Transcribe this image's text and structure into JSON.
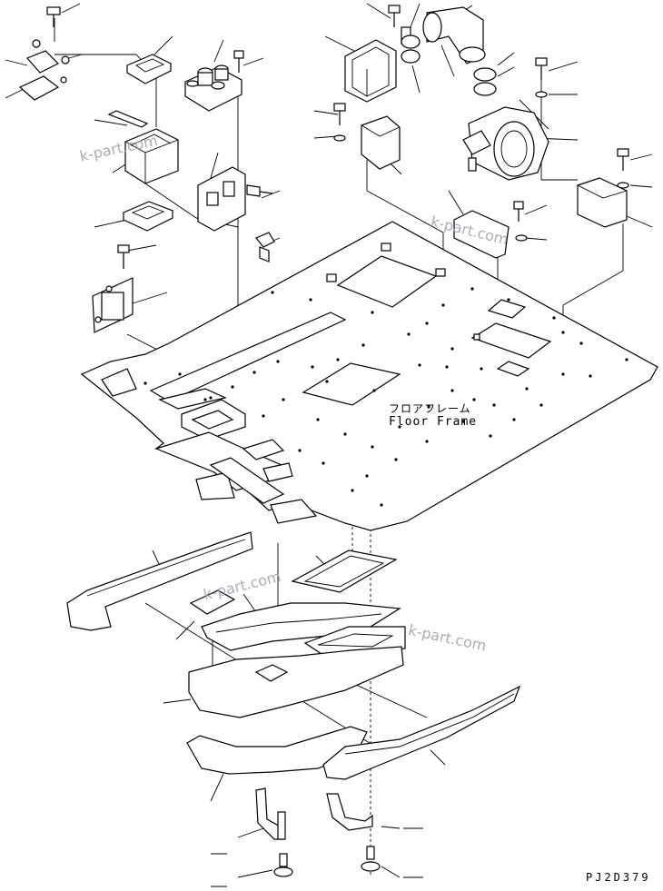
{
  "diagram": {
    "floor_frame_label_jp": "フロアフレーム",
    "floor_frame_label_en": "Floor Frame",
    "drawing_code": "PJ2D379",
    "watermark_text": "k-part.com"
  }
}
